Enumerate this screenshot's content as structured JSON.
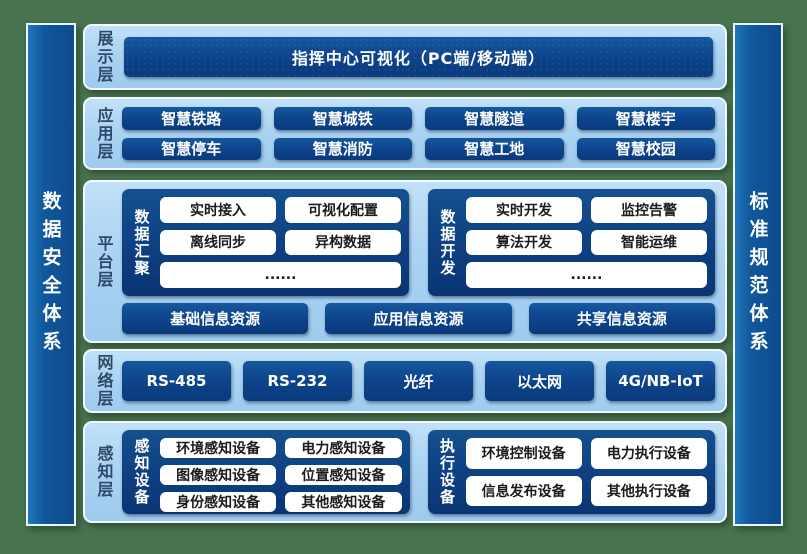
{
  "pillars": {
    "left": "数据安全体系",
    "right": "标准规范体系"
  },
  "layers": {
    "display": {
      "label": "展示层",
      "title": "指挥中心可视化（PC端/移动端）"
    },
    "application": {
      "label": "应用层",
      "items": [
        "智慧铁路",
        "智慧城铁",
        "智慧隧道",
        "智慧楼宇",
        "智慧停车",
        "智慧消防",
        "智慧工地",
        "智慧校园"
      ]
    },
    "platform": {
      "label": "平台层",
      "groups": [
        {
          "label": "数据汇聚",
          "items": [
            "实时接入",
            "可视化配置",
            "离线同步",
            "异构数据"
          ],
          "ellipsis": "......"
        },
        {
          "label": "数据开发",
          "items": [
            "实时开发",
            "监控告警",
            "算法开发",
            "智能运维"
          ],
          "ellipsis": "......"
        }
      ],
      "resources": [
        "基础信息资源",
        "应用信息资源",
        "共享信息资源"
      ]
    },
    "network": {
      "label": "网络层",
      "items": [
        "RS-485",
        "RS-232",
        "光纤",
        "以太网",
        "4G/NB-IoT"
      ]
    },
    "perception": {
      "label": "感知层",
      "groups": [
        {
          "label": "感知设备",
          "items": [
            "环境感知设备",
            "电力感知设备",
            "图像感知设备",
            "位置感知设备",
            "身份感知设备",
            "其他感知设备"
          ]
        },
        {
          "label": "执行设备",
          "items": [
            "环境控制设备",
            "电力执行设备",
            "信息发布设备",
            "其他执行设备"
          ]
        }
      ]
    }
  },
  "colors": {
    "background_green": "#48734f",
    "panel_light_blue": "#abd3f2",
    "box_dark_blue": "#0d428a",
    "pillar_blue": "#10579b",
    "layer_label_text": "#2e4a68",
    "white_box": "#ffffff"
  }
}
